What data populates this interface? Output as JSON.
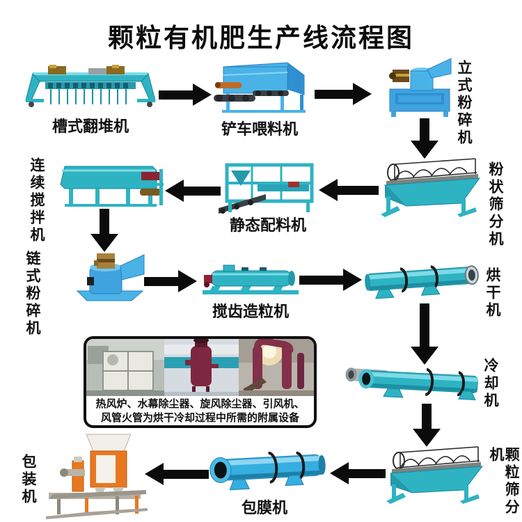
{
  "title": "颗粒有机肥生产线流程图",
  "colors": {
    "machine_teal": "#2eb3c3",
    "machine_teal_dark": "#1d8fa3",
    "machine_teal_light": "#7edbe6",
    "machine_blue": "#3fa3e0",
    "packer_orange": "#e87820",
    "arrow_black": "#0b0b0b"
  },
  "nodes": [
    {
      "id": "compost-turner",
      "label": "槽式翻堆机",
      "label_orientation": "below"
    },
    {
      "id": "loader-feeder",
      "label": "铲车喂料机",
      "label_orientation": "below"
    },
    {
      "id": "vertical-crusher",
      "label": "立式粉碎机",
      "label_orientation": "right-vertical"
    },
    {
      "id": "powder-screener",
      "label": "粉状筛分机",
      "label_orientation": "right-vertical"
    },
    {
      "id": "static-batcher",
      "label": "静态配料机",
      "label_orientation": "below"
    },
    {
      "id": "continuous-mixer",
      "label": "连续搅拌机",
      "label_orientation": "left-vertical"
    },
    {
      "id": "chain-crusher",
      "label": "链式粉碎机",
      "label_orientation": "left-vertical"
    },
    {
      "id": "tooth-granulator",
      "label": "搅齿造粒机",
      "label_orientation": "below"
    },
    {
      "id": "dryer",
      "label": "烘干机",
      "label_orientation": "right-vertical"
    },
    {
      "id": "cooler",
      "label": "冷却机",
      "label_orientation": "right-vertical"
    },
    {
      "id": "granule-screener",
      "label": "颗粒筛分机",
      "label_orientation": "right-vertical"
    },
    {
      "id": "coating-machine",
      "label": "包膜机",
      "label_orientation": "below"
    },
    {
      "id": "packing-machine",
      "label": "包装机",
      "label_orientation": "left-vertical"
    }
  ],
  "auxiliary_note": {
    "line1": "热风炉、水幕除尘器、旋风除尘器、引风机、",
    "line2": "风管火管为烘干冷却过程中所需的附属设备"
  },
  "flow_order": [
    "槽式翻堆机",
    "铲车喂料机",
    "立式粉碎机",
    "粉状筛分机",
    "静态配料机",
    "连续搅拌机",
    "链式粉碎机",
    "搅齿造粒机",
    "烘干机",
    "冷却机",
    "颗粒筛分机",
    "包膜机",
    "包装机"
  ]
}
